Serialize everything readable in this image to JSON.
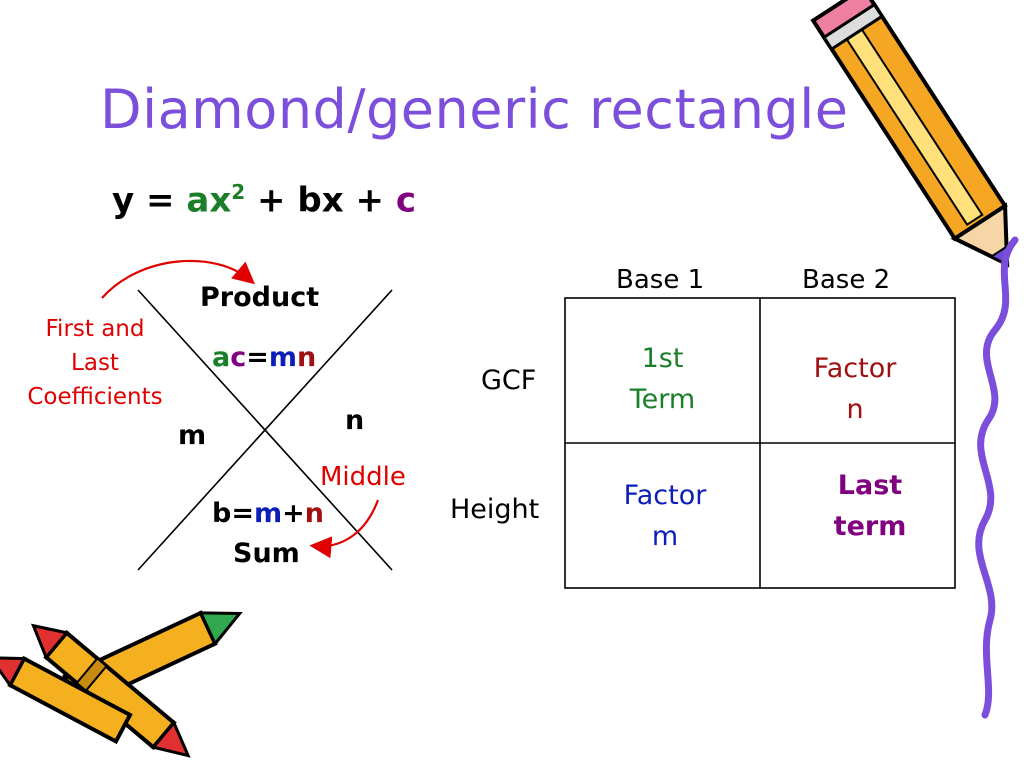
{
  "slide": {
    "title": "Diamond/generic rectangle"
  },
  "equation": {
    "y": "y",
    "eq": "=",
    "a": "a",
    "x": "x",
    "exp": "2",
    "plus1": "+",
    "bx": "bx",
    "plus2": "+",
    "c": "c"
  },
  "diamond": {
    "product_label": "Product",
    "product_eq": {
      "a": "a",
      "c": "c",
      "eq": "=",
      "m": "m",
      "n": "n"
    },
    "first_last_note": [
      "First and",
      "Last",
      "Coefficients"
    ],
    "left_value": "m",
    "right_value": "n",
    "middle_note": "Middle",
    "sum_eq": {
      "b": "b",
      "eq": "=",
      "m": "m",
      "plus": "+",
      "n": "n"
    },
    "sum_label": "Sum"
  },
  "rectangle": {
    "col_headers": [
      "Base 1",
      "Base 2"
    ],
    "row_headers": [
      "GCF",
      "Height"
    ],
    "cells": [
      [
        "1st",
        "Term"
      ],
      [
        "Factor",
        "n"
      ],
      [
        "Factor",
        "m"
      ],
      [
        "Last",
        "term"
      ]
    ]
  },
  "colors": {
    "title": "#7b4fdc",
    "green": "#1b7f2a",
    "purple": "#800080",
    "blue": "#0b1fb8",
    "red": "#e00000",
    "dark_red": "#a01010"
  },
  "decorations": {
    "icons": [
      "pencil-icon",
      "crayons-icon",
      "squiggle-border"
    ]
  }
}
